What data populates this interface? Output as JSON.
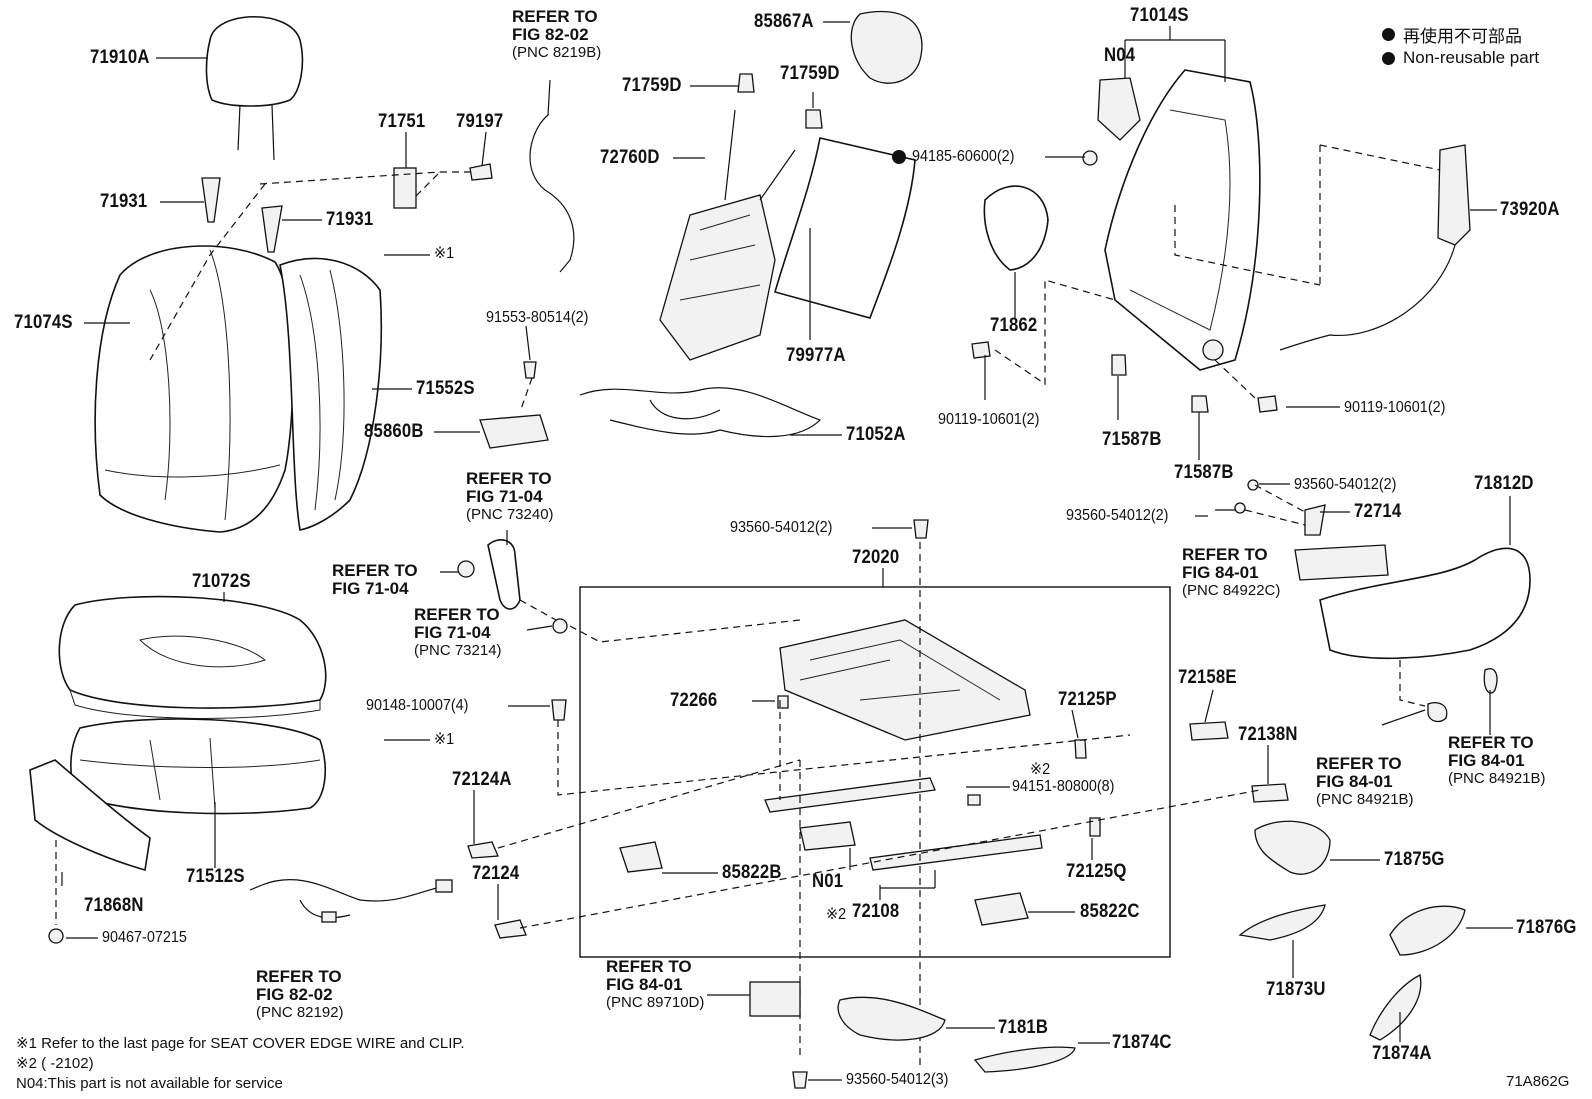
{
  "legend": {
    "jp": "再使用不可部品",
    "en": "Non-reusable part"
  },
  "labels": {
    "p71910A": "71910A",
    "p71751": "71751",
    "p79197": "79197",
    "p71931a": "71931",
    "p71931b": "71931",
    "p71074S": "71074S",
    "p71552S": "71552S",
    "p85860B": "85860B",
    "p71072S": "71072S",
    "p71512S": "71512S",
    "p71868N": "71868N",
    "p85867A": "85867A",
    "p71759Da": "71759D",
    "p71759Db": "71759D",
    "p72760D": "72760D",
    "p79977A": "79977A",
    "p71052A": "71052A",
    "p71014S": "71014S",
    "pN04": "N04",
    "p71862": "71862",
    "p73920A": "73920A",
    "p71587Ba": "71587B",
    "p71587Bb": "71587B",
    "p72714": "72714",
    "p71812D": "71812D",
    "p72020": "72020",
    "p72266": "72266",
    "p72125P": "72125P",
    "p72158E": "72158E",
    "p72138N": "72138N",
    "p72124A": "72124A",
    "p72124": "72124",
    "p85822B": "85822B",
    "pN01": "N01",
    "p72108": "72108",
    "p72125Q": "72125Q",
    "p85822C": "85822C",
    "p7181B": "7181B",
    "p71874C": "71874C",
    "p71875G": "71875G",
    "p71873U": "71873U",
    "p71876G": "71876G",
    "p71874A": "71874A"
  },
  "small_labels": {
    "s1": "91553-80514(2)",
    "s2": "94185-60600(2)",
    "s3": "90119-10601(2)",
    "s4": "90119-10601(2)",
    "s5": "93560-54012(2)",
    "s6": "93560-54012(2)",
    "s7": "93560-54012(2)",
    "s8": "90148-10007(4)",
    "s9": "94151-80800(8)",
    "s10": "90467-07215",
    "s11": "93560-54012(3)",
    "mark1a": "※1",
    "mark1b": "※1",
    "mark2a": "※2",
    "mark2b": "※2"
  },
  "refs": [
    {
      "l1": "REFER TO",
      "l2": "FIG 82-02",
      "l3": "(PNC 8219B)"
    },
    {
      "l1": "REFER TO",
      "l2": "FIG 71-04",
      "l3": "(PNC 73240)"
    },
    {
      "l1": "REFER TO",
      "l2": "FIG 71-04",
      "l3": ""
    },
    {
      "l1": "REFER TO",
      "l2": "FIG 71-04",
      "l3": "(PNC 73214)"
    },
    {
      "l1": "REFER TO",
      "l2": "FIG 84-01",
      "l3": "(PNC 84922C)"
    },
    {
      "l1": "REFER TO",
      "l2": "FIG 84-01",
      "l3": "(PNC 84921B)"
    },
    {
      "l1": "REFER TO",
      "l2": "FIG 84-01",
      "l3": "(PNC 84921B)"
    },
    {
      "l1": "REFER TO",
      "l2": "FIG 82-02",
      "l3": "(PNC 82192)"
    },
    {
      "l1": "REFER TO",
      "l2": "FIG 84-01",
      "l3": "(PNC 89710D)"
    }
  ],
  "footnotes": {
    "n1": "※1 Refer to the last page for SEAT COVER EDGE WIRE and CLIP.",
    "n2": "※2 (      -2102)",
    "n3": "N04:This part is not available for service"
  },
  "figure_code": "71A862G"
}
